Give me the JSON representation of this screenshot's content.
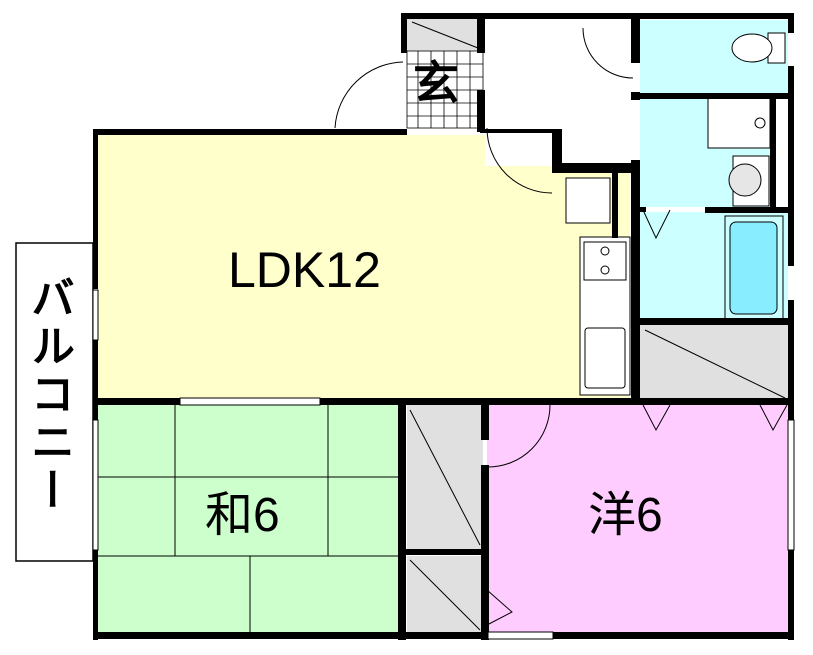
{
  "rooms": {
    "ldk": "LDK12",
    "washitsu": "和6",
    "youshitsu": "洋6",
    "balcony": "バルコニー",
    "entrance": "玄"
  },
  "colors": {
    "ldk": "#ffffcc",
    "washitsu": "#ccffcc",
    "youshitsu": "#ffccff",
    "wet_area": "#ccffff",
    "closet": "#e0e0e0",
    "bathtub": "#88eeff",
    "wall": "#000000"
  }
}
